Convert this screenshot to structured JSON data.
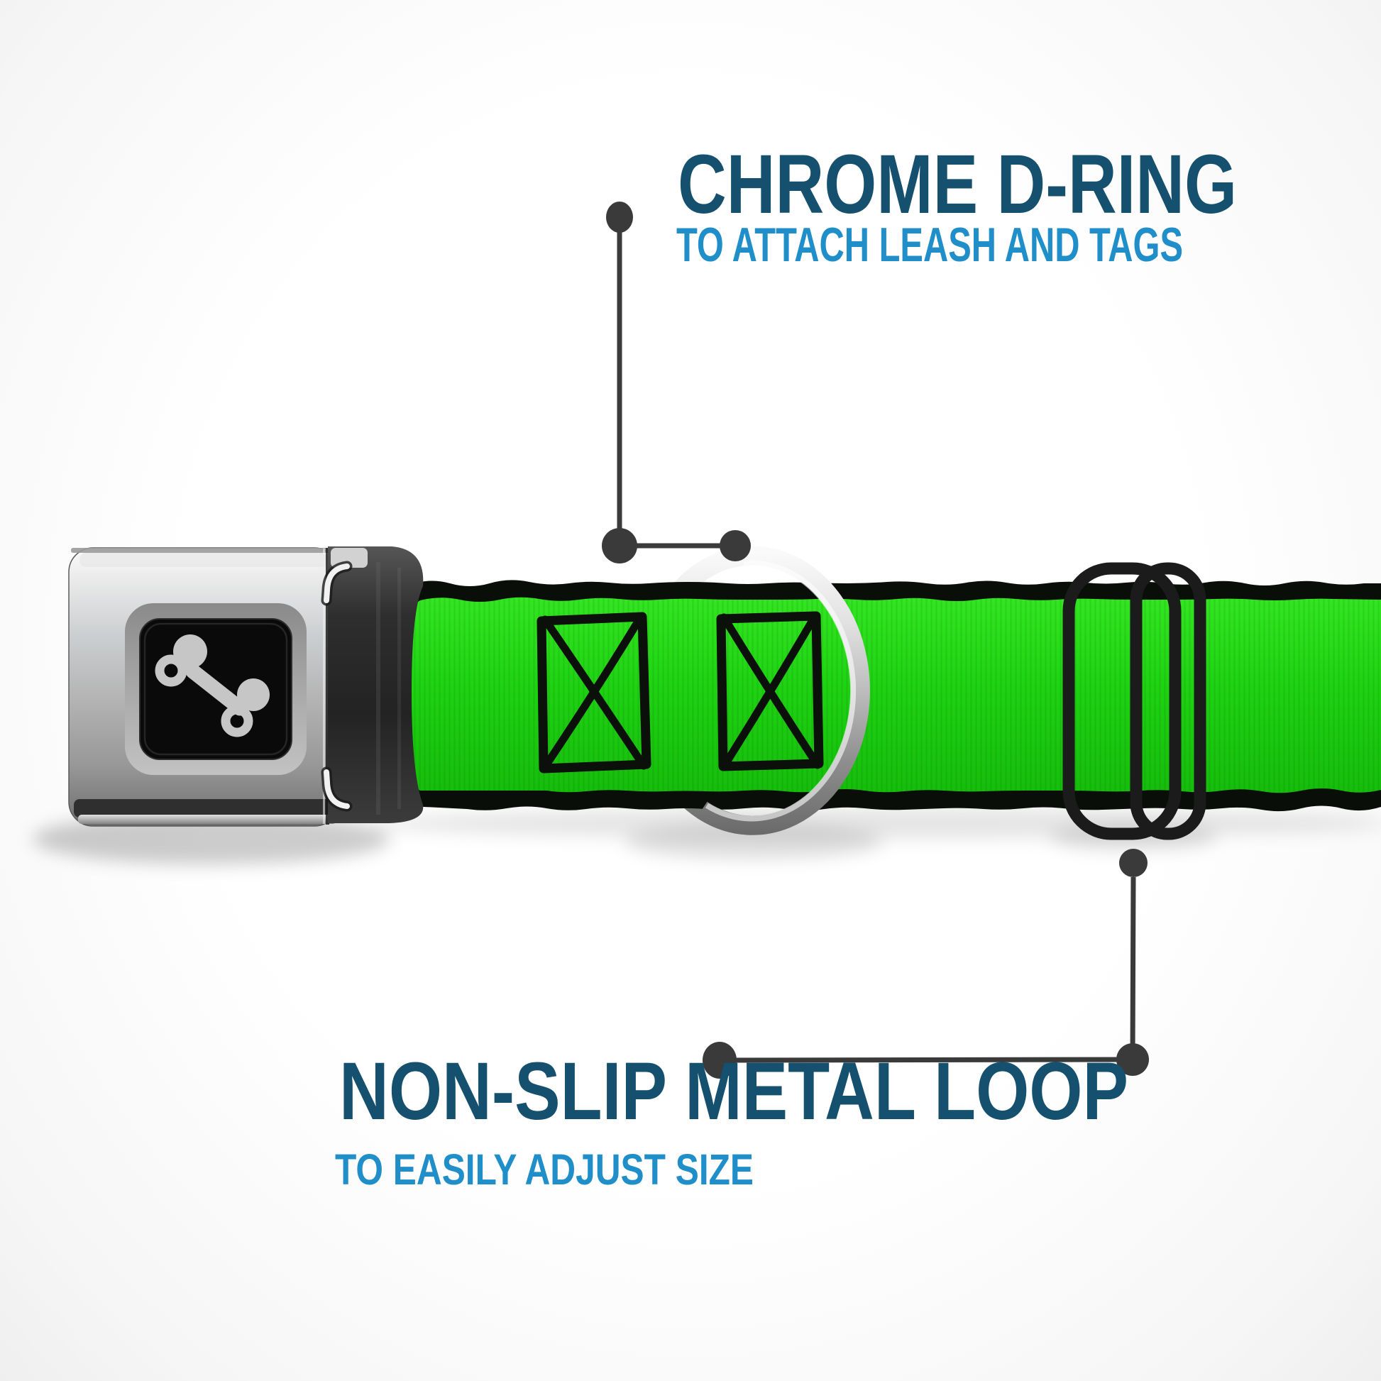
{
  "callouts": {
    "dring": {
      "title": "CHROME D-RING",
      "subtitle": "TO ATTACH LEASH AND TAGS"
    },
    "loop": {
      "title": "NON-SLIP METAL LOOP",
      "subtitle": "TO EASILY ADJUST SIZE"
    }
  },
  "colors": {
    "title_blue": "#15506F",
    "subtitle_blue": "#1F8EC9",
    "connector_gray": "#3A3A3A",
    "webbing_green_light": "#33E621",
    "webbing_green": "#1ED312",
    "webbing_green_dark": "#15BD0B",
    "webbing_edge_black": "#0A0E08",
    "stitch_black": "#0B100A",
    "adjuster_black": "#1B1B1B",
    "bone_gray": "#C6C6C6",
    "black_square": "#0A0A0A"
  },
  "icons": {
    "buckle_logo": "dog-bone-icon",
    "dring": "d-ring-metal-loop",
    "adjuster": "tri-glide-slider"
  }
}
